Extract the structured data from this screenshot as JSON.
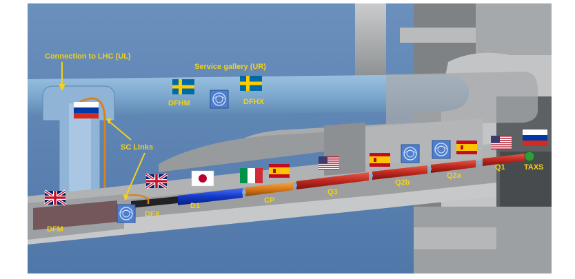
{
  "labels": {
    "connection": "Connection to LHC (UL)",
    "service_gallery": "Service gallery (UR)",
    "dfhm": "DFHM",
    "dfhx": "DFHX",
    "sc_links": "SC Links",
    "dfm": "DFM",
    "dfx": "DFX",
    "d1": "D1",
    "cp": "CP",
    "q3": "Q3",
    "q2b": "Q2b",
    "q2a": "Q2a",
    "q1": "Q1",
    "taxs": "TAXS"
  },
  "logo_text": "CERN",
  "colors": {
    "label": "#f2d21b",
    "background": "#5a82b4",
    "gallery_tube": "#7ea9cf",
    "magnet_red": "#c0281e",
    "magnet_orange": "#d87a1a",
    "magnet_blue": "#1238c8"
  },
  "flags": [
    {
      "id": "flag-russia-ul",
      "country": "Russia"
    },
    {
      "id": "flag-sweden-dfhm",
      "country": "Sweden"
    },
    {
      "id": "flag-cern-dfhm",
      "country": "CERN"
    },
    {
      "id": "flag-sweden-dfhx",
      "country": "Sweden"
    },
    {
      "id": "flag-uk-dfm",
      "country": "United Kingdom"
    },
    {
      "id": "flag-cern-dfx",
      "country": "CERN"
    },
    {
      "id": "flag-uk-dfx",
      "country": "United Kingdom"
    },
    {
      "id": "flag-japan-d1",
      "country": "Japan"
    },
    {
      "id": "flag-italy-cp",
      "country": "Italy"
    },
    {
      "id": "flag-spain-cp",
      "country": "Spain"
    },
    {
      "id": "flag-usa-q3",
      "country": "USA"
    },
    {
      "id": "flag-spain-q2b",
      "country": "Spain"
    },
    {
      "id": "flag-cern-q2b",
      "country": "CERN"
    },
    {
      "id": "flag-cern-q2a",
      "country": "CERN"
    },
    {
      "id": "flag-spain-q2a",
      "country": "Spain"
    },
    {
      "id": "flag-usa-q1",
      "country": "USA"
    },
    {
      "id": "flag-russia-taxs",
      "country": "Russia"
    }
  ]
}
